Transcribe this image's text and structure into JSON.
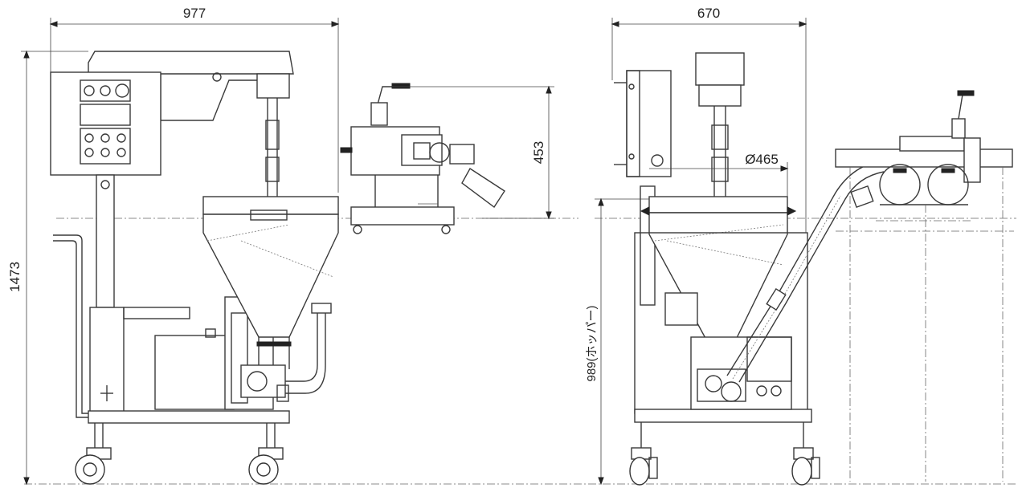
{
  "dimensions": {
    "left_width": "977",
    "left_height": "1473",
    "left_feeder_height": "453",
    "right_width": "670",
    "right_diameter": "Ø465",
    "right_hopper_height": "989(ホッパー)"
  }
}
